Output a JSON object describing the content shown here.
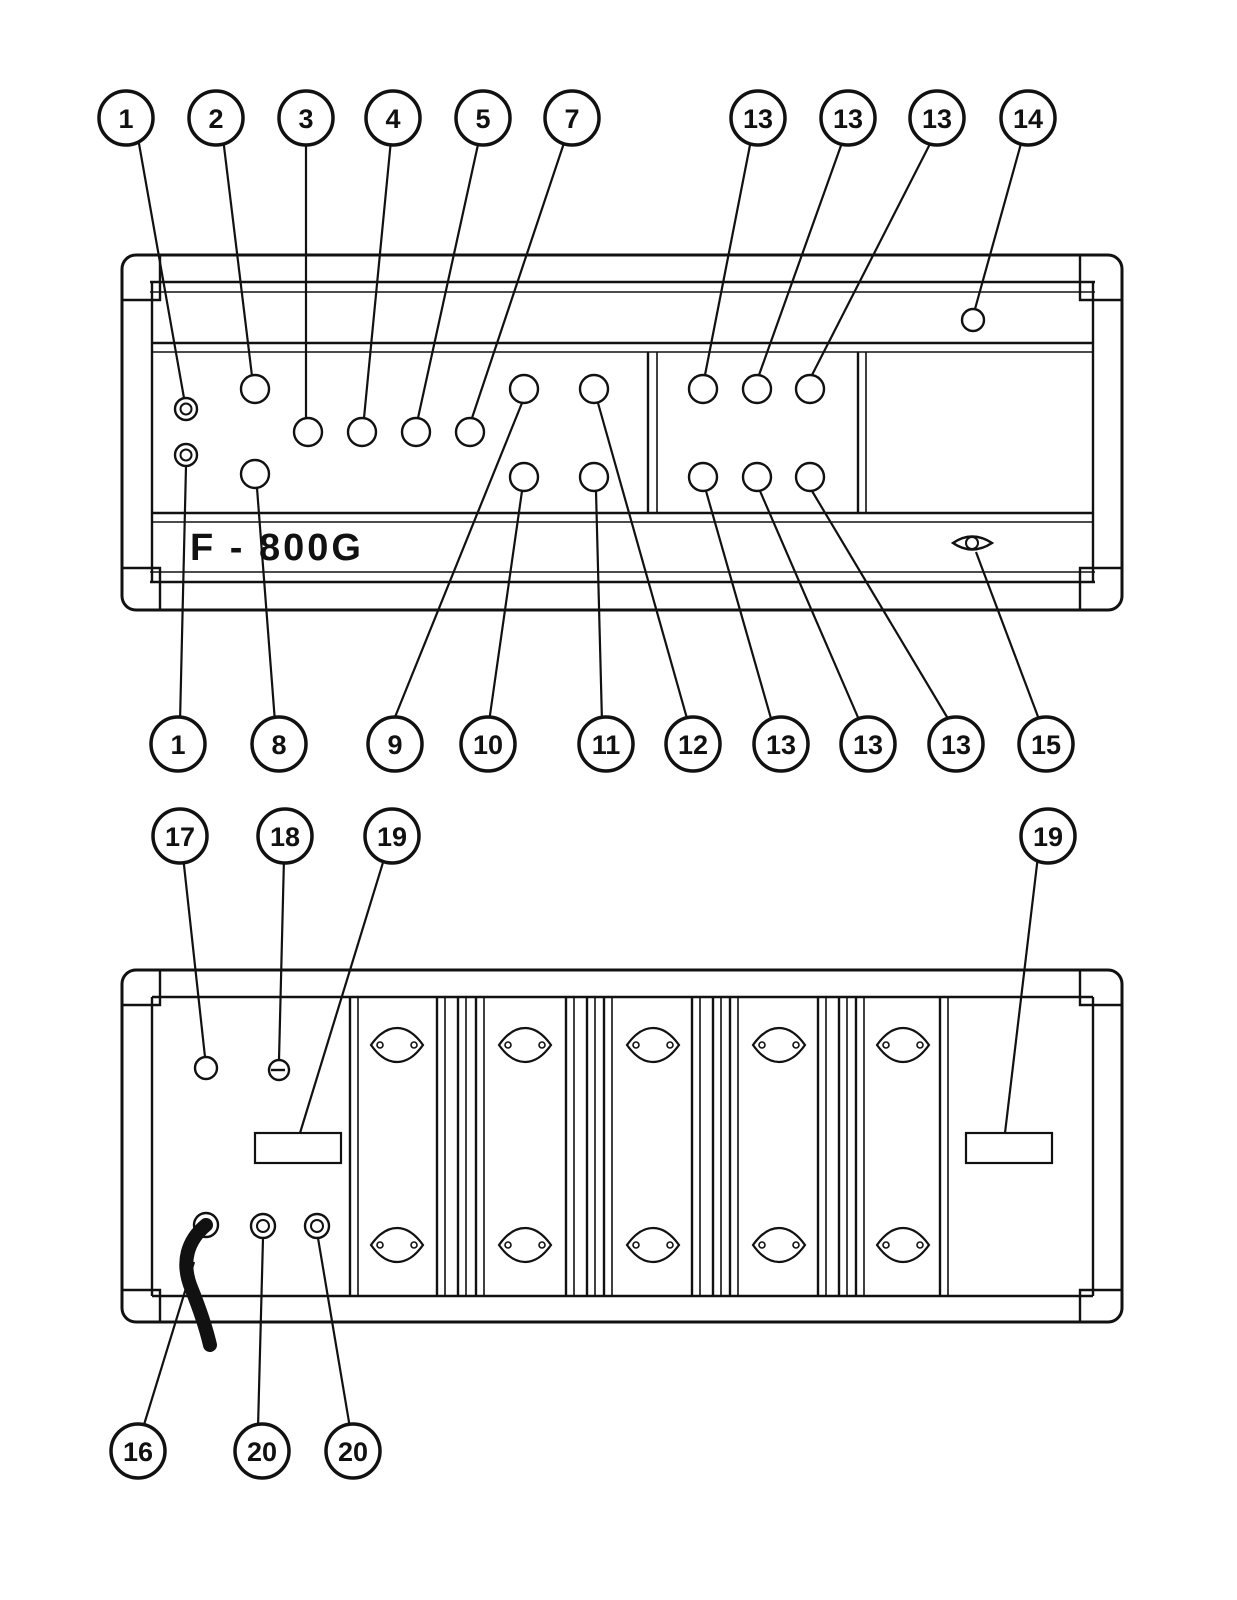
{
  "front_panel": {
    "model_label": "F - 800G"
  },
  "callouts": {
    "top_row": [
      "1",
      "2",
      "3",
      "4",
      "5",
      "7",
      "13",
      "13",
      "13",
      "14"
    ],
    "front_bottom_row": [
      "1",
      "8",
      "9",
      "10",
      "11",
      "12",
      "13",
      "13",
      "13",
      "15"
    ],
    "rear_top_row": [
      "17",
      "18",
      "19",
      "19"
    ],
    "rear_bottom_row": [
      "16",
      "20",
      "20"
    ]
  },
  "colors": {
    "ink": "#111111",
    "paper": "#ffffff"
  }
}
